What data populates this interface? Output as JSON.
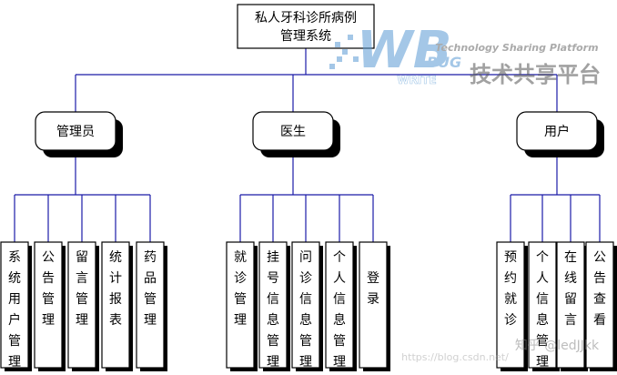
{
  "root": {
    "lines": [
      "私人牙科诊所病例",
      "管理系统"
    ]
  },
  "roles": [
    {
      "id": "admin",
      "label": "管理员",
      "children": [
        "系统用户管理",
        "公告管理",
        "留言管理",
        "统计报表",
        "药品管理"
      ]
    },
    {
      "id": "doctor",
      "label": "医生",
      "children": [
        "就诊管理",
        "挂号信息管理",
        "问诊信息管理",
        "个人信息管理",
        "登录"
      ]
    },
    {
      "id": "user",
      "label": "用户",
      "children": [
        "预约就诊",
        "个人信息管理",
        "在线留言",
        "公告查看"
      ]
    }
  ],
  "watermark": {
    "tagline": "Technology Sharing Platform",
    "bug": "BUG",
    "write": "WRITE",
    "brand_cn": "技术共享平台",
    "zhihu": "知乎 @ledJJkk",
    "url": "https://blog.csdn.net/"
  },
  "colors": {
    "line": "#1a1aa8",
    "shadow": "#000000",
    "border": "#000000",
    "watermark": "#5a9bd5"
  }
}
